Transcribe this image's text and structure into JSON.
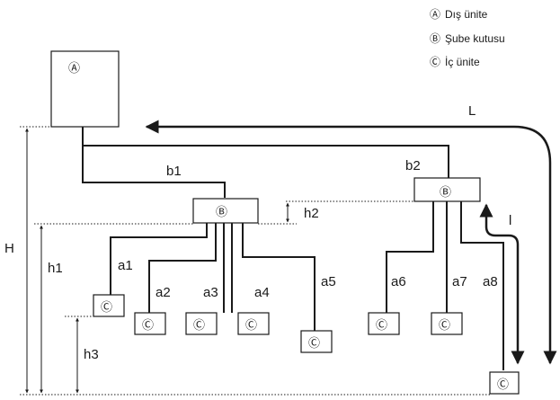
{
  "legend": {
    "a_symbol": "Ⓐ",
    "a_text": "Dış ünite",
    "b_symbol": "Ⓑ",
    "b_text": "Şube kutusu",
    "c_symbol": "Ⓒ",
    "c_text": "İç ünite"
  },
  "units": {
    "outdoor": "Ⓐ",
    "branch_box": "Ⓑ",
    "indoor": "Ⓒ"
  },
  "pipe_labels": {
    "b1": "b1",
    "b2": "b2",
    "a1": "a1",
    "a2": "a2",
    "a3": "a3",
    "a4": "a4",
    "a5": "a5",
    "a6": "a6",
    "a7": "a7",
    "a8": "a8"
  },
  "dimension_labels": {
    "H": "H",
    "h1": "h1",
    "h2": "h2",
    "h3": "h3",
    "L": "L",
    "l": "l"
  },
  "colors": {
    "line": "#1a1a1a",
    "background": "#ffffff"
  }
}
